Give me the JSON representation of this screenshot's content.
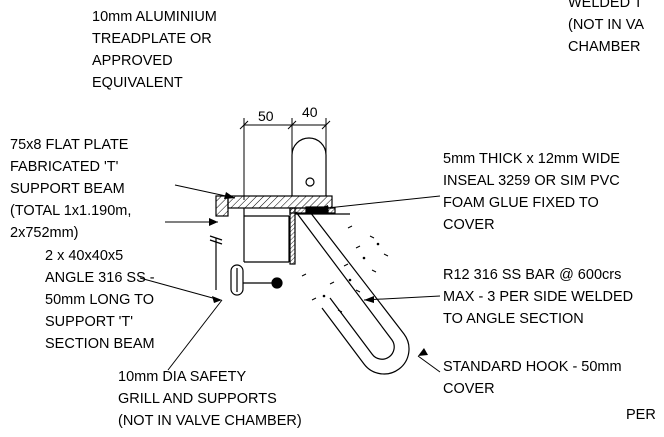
{
  "labels": {
    "treadplate": [
      "10mm ALUMINIUM",
      "TREADPLATE OR",
      "APPROVED",
      "EQUIVALENT"
    ],
    "welded_top": [
      "WELDED T",
      "(NOT IN VA",
      "CHAMBER"
    ],
    "flat_plate": [
      "75x8 FLAT PLATE",
      "FABRICATED 'T'",
      "SUPPORT BEAM",
      "(TOTAL 1x1.190m,",
      "2x752mm)"
    ],
    "inseal": [
      "5mm THICK x 12mm WIDE",
      "INSEAL 3259 OR SIM PVC",
      "FOAM GLUE FIXED TO",
      "COVER"
    ],
    "angle": [
      "2 x 40x40x5",
      "ANGLE 316 SS -",
      "50mm LONG TO",
      "SUPPORT 'T'",
      "SECTION BEAM"
    ],
    "bar": [
      "R12 316 SS BAR @ 600crs",
      "MAX - 3 PER SIDE WELDED",
      "TO ANGLE SECTION"
    ],
    "hook": [
      "STANDARD HOOK - 50mm",
      "COVER"
    ],
    "grill": [
      "10mm DIA SAFETY",
      "GRILL AND SUPPORTS",
      "(NOT IN VALVE CHAMBER)"
    ],
    "per": "PER"
  },
  "dimensions": {
    "left": "50",
    "right": "40"
  }
}
